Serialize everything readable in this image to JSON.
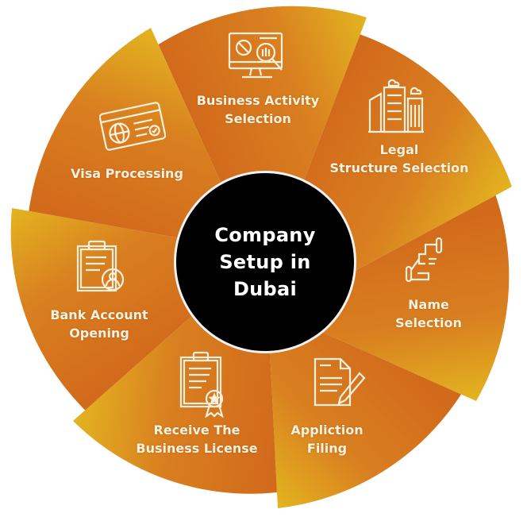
{
  "center": {
    "line1": "Company",
    "line2": "Setup in",
    "line3": "Dubai"
  },
  "colors": {
    "orange": "#d26a1b",
    "gold": "#e3b420",
    "text": "#fbf1de",
    "hub": "#000000"
  },
  "segments": [
    {
      "id": "business-activity",
      "line1": "Business Activity",
      "line2": "Selection",
      "icon": "monitor-analytics-icon"
    },
    {
      "id": "legal-structure",
      "line1": "Legal",
      "line2": "Structure Selection",
      "icon": "buildings-icon"
    },
    {
      "id": "name-selection",
      "line1": "Name",
      "line2": "Selection",
      "icon": "hand-frame-icon"
    },
    {
      "id": "application-filing",
      "line1": "Appliction",
      "line2": "Filing",
      "icon": "document-pen-icon"
    },
    {
      "id": "receive-license",
      "line1": "Receive The",
      "line2": "Business License",
      "icon": "certificate-clipboard-icon"
    },
    {
      "id": "bank-account",
      "line1": "Bank Account",
      "line2": "Opening",
      "icon": "clipboard-user-icon"
    },
    {
      "id": "visa-processing",
      "line1": "Visa Processing",
      "icon": "visa-card-globe-icon"
    }
  ]
}
